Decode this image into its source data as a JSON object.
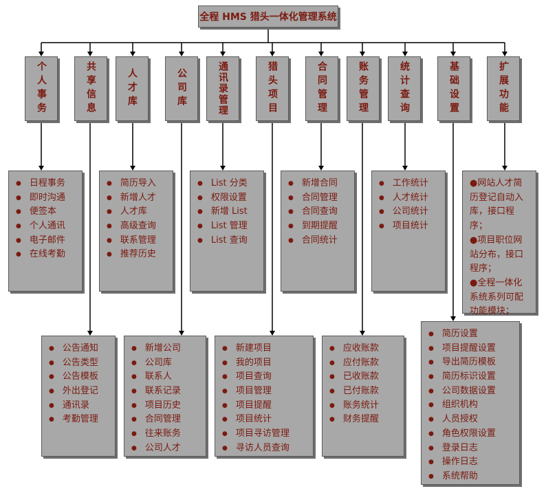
{
  "title": "全程 HMS 猎头一体化管理系统",
  "categories": [
    {
      "id": "personal",
      "label": "个人事务"
    },
    {
      "id": "shared",
      "label": "共享信息"
    },
    {
      "id": "talent",
      "label": "人才库"
    },
    {
      "id": "company",
      "label": "公司库"
    },
    {
      "id": "contacts",
      "label": "通讯录管理"
    },
    {
      "id": "projects",
      "label": "猎头项目"
    },
    {
      "id": "contracts",
      "label": "合同管理"
    },
    {
      "id": "accounts",
      "label": "账务管理"
    },
    {
      "id": "stats",
      "label": "统计查询"
    },
    {
      "id": "basic",
      "label": "基础设置"
    },
    {
      "id": "extend",
      "label": "扩展功能"
    }
  ],
  "lists": {
    "personal": [
      "日程事务",
      "即时沟通",
      "便签本",
      "个人通讯",
      "电子邮件",
      "在线考勤"
    ],
    "shared": [
      "公告通知",
      "公告类型",
      "公告模板",
      "外出登记",
      "通讯录",
      "考勤管理"
    ],
    "talent": [
      "简历导入",
      "新增人才",
      "人才库",
      "高级查询",
      "联系管理",
      "推荐历史"
    ],
    "company": [
      "新增公司",
      "公司库",
      "联系人",
      "联系记录",
      "项目历史",
      "合同管理",
      "往来账务",
      "公司人才"
    ],
    "contacts": [
      "List 分类",
      "权限设置",
      "新增 List",
      "List 管理",
      "List 查询"
    ],
    "projects": [
      "新建项目",
      "我的项目",
      "项目查询",
      "项目管理",
      "项目提醒",
      "项目统计",
      "项目寻访管理",
      "寻访人员查询"
    ],
    "contracts": [
      "新增合同",
      "合同管理",
      "合同查询",
      "到期提醒",
      "合同统计"
    ],
    "accounts": [
      "应收账款",
      "应付账款",
      "已收账款",
      "已付账款",
      "账务统计",
      "财务提醒"
    ],
    "stats": [
      "工作统计",
      "人才统计",
      "公司统计",
      "项目统计"
    ],
    "basic": [
      "简历设置",
      "项目提醒设置",
      "导出简历模板",
      "简历标识设置",
      "公司数据设置",
      "组织机构",
      "人员授权",
      "角色权限设置",
      "登录日志",
      "操作日志",
      "系统帮助"
    ]
  },
  "extend_items": [
    "●网站人才简历登记自动入库，接口程序；",
    "●项目职位网站分布，接口程序；",
    "●全程一体化系统系列可配功能模块；"
  ]
}
